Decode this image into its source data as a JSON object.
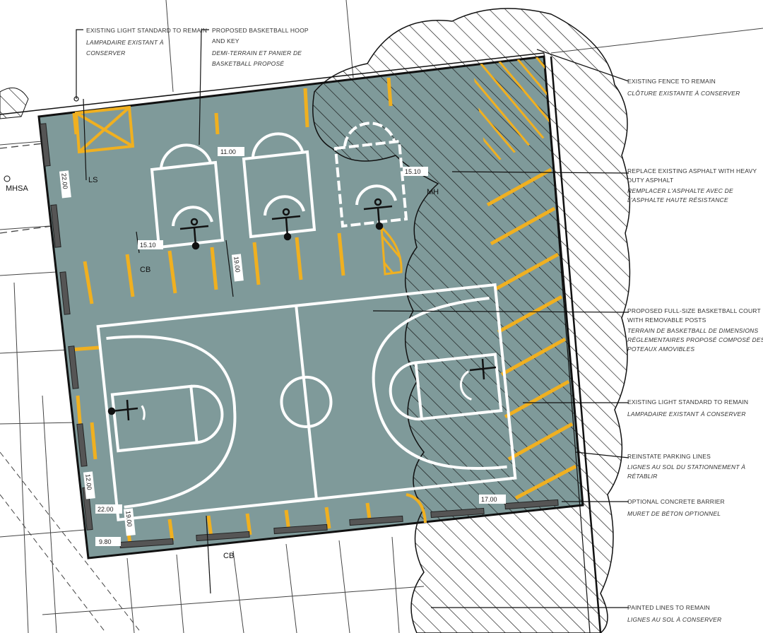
{
  "colors": {
    "court": "#7f9a9a",
    "yellow": "#f0b020",
    "line": "#ffffff",
    "ink": "#111111"
  },
  "notes": [
    {
      "en": "Existing light standard to remain",
      "fr": "Lampadaire existant à conserver"
    },
    {
      "en": "Proposed basketball hoop and key",
      "fr": "Demi-terrain et panier de basketball proposé"
    },
    {
      "en": "Existing fence to remain",
      "fr": "Clôture existante à conserver"
    },
    {
      "en": "Replace existing asphalt with heavy duty asphalt",
      "fr": "Remplacer l'asphalte avec de l'asphalte haute résistance"
    },
    {
      "en": "Proposed full-size basketball court with removable posts",
      "fr": "Terrain de basketball de dimensions réglementaires proposé composé des poteaux amovibles"
    },
    {
      "en": "Existing light standard to remain",
      "fr": "Lampadaire existant à conserver"
    },
    {
      "en": "Reinstate parking lines",
      "fr": "Lignes au sol du stationnement à rétablir"
    },
    {
      "en": "Optional concrete barrier",
      "fr": "Muret de béton optionnel"
    },
    {
      "en": "Painted lines to remain",
      "fr": "Lignes au sol à conserver"
    }
  ],
  "tags": {
    "ls": "LS",
    "mhsa": "MHSA",
    "mh": "MH",
    "cb1": "CB",
    "cb2": "CB"
  },
  "dimensions": {
    "d1": "11.00",
    "d2": "15.10",
    "d3": "15.10",
    "d4": "19.00",
    "d5": "22.00",
    "d6": "9.80",
    "d7": "22.00",
    "d8": "19.00",
    "d9": "12.00",
    "d10": "17.00"
  }
}
